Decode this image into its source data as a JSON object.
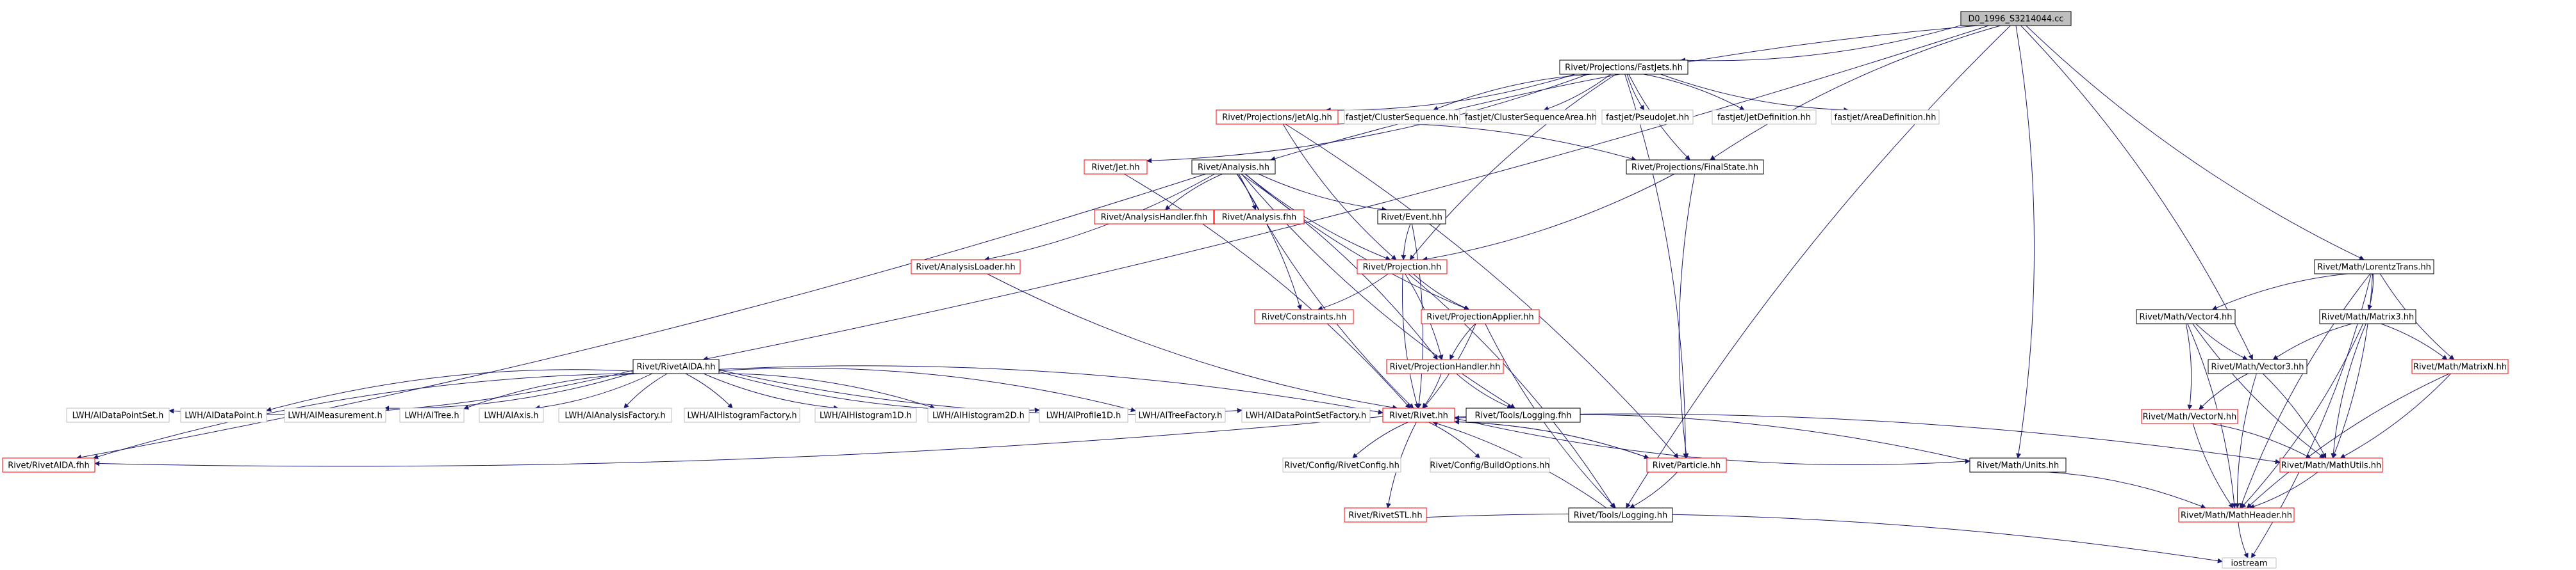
{
  "colors": {
    "edge": "#191970",
    "node_border_normal": "#000000",
    "node_border_doc": "#ff0000",
    "node_border_external": "#bfbfbf",
    "root_fill": "#bfbfbf",
    "text": "#000000"
  },
  "nodes": [
    {
      "id": "root",
      "label": "D0_1996_S3214044.cc",
      "kind": "root"
    },
    {
      "id": "fastjets",
      "label": "Rivet/Projections/FastJets.hh",
      "kind": "normal"
    },
    {
      "id": "jetalg",
      "label": "Rivet/Projections/JetAlg.hh",
      "kind": "doc"
    },
    {
      "id": "clusterseq",
      "label": "fastjet/ClusterSequence.hh",
      "kind": "external"
    },
    {
      "id": "clusterseqarea",
      "label": "fastjet/ClusterSequenceArea.hh",
      "kind": "external"
    },
    {
      "id": "pseudojet",
      "label": "fastjet/PseudoJet.hh",
      "kind": "external"
    },
    {
      "id": "jetdef",
      "label": "fastjet/JetDefinition.hh",
      "kind": "external"
    },
    {
      "id": "areadef",
      "label": "fastjet/AreaDefinition.hh",
      "kind": "external"
    },
    {
      "id": "jet",
      "label": "Rivet/Jet.hh",
      "kind": "doc"
    },
    {
      "id": "analysis",
      "label": "Rivet/Analysis.hh",
      "kind": "normal"
    },
    {
      "id": "finalstate",
      "label": "Rivet/Projections/FinalState.hh",
      "kind": "normal"
    },
    {
      "id": "analysishandlerfhh",
      "label": "Rivet/AnalysisHandler.fhh",
      "kind": "doc"
    },
    {
      "id": "analysisfhh",
      "label": "Rivet/Analysis.fhh",
      "kind": "doc"
    },
    {
      "id": "event",
      "label": "Rivet/Event.hh",
      "kind": "normal"
    },
    {
      "id": "analysisloader",
      "label": "Rivet/AnalysisLoader.hh",
      "kind": "doc"
    },
    {
      "id": "projection",
      "label": "Rivet/Projection.hh",
      "kind": "doc"
    },
    {
      "id": "constraints",
      "label": "Rivet/Constraints.hh",
      "kind": "doc"
    },
    {
      "id": "projapplier",
      "label": "Rivet/ProjectionApplier.hh",
      "kind": "doc"
    },
    {
      "id": "projhandler",
      "label": "Rivet/ProjectionHandler.hh",
      "kind": "doc"
    },
    {
      "id": "rivetaida",
      "label": "Rivet/RivetAIDA.hh",
      "kind": "normal"
    },
    {
      "id": "lwh_dps",
      "label": "LWH/AIDataPointSet.h",
      "kind": "external"
    },
    {
      "id": "lwh_dp",
      "label": "LWH/AIDataPoint.h",
      "kind": "external"
    },
    {
      "id": "lwh_meas",
      "label": "LWH/AIMeasurement.h",
      "kind": "external"
    },
    {
      "id": "lwh_tree",
      "label": "LWH/AITree.h",
      "kind": "external"
    },
    {
      "id": "lwh_axis",
      "label": "LWH/AIAxis.h",
      "kind": "external"
    },
    {
      "id": "lwh_af",
      "label": "LWH/AIAnalysisFactory.h",
      "kind": "external"
    },
    {
      "id": "lwh_hf",
      "label": "LWH/AIHistogramFactory.h",
      "kind": "external"
    },
    {
      "id": "lwh_h1",
      "label": "LWH/AIHistogram1D.h",
      "kind": "external"
    },
    {
      "id": "lwh_h2",
      "label": "LWH/AIHistogram2D.h",
      "kind": "external"
    },
    {
      "id": "lwh_p1",
      "label": "LWH/AIProfile1D.h",
      "kind": "external"
    },
    {
      "id": "lwh_tf",
      "label": "LWH/AITreeFactory.h",
      "kind": "external"
    },
    {
      "id": "lwh_dpsf",
      "label": "LWH/AIDataPointSetFactory.h",
      "kind": "external"
    },
    {
      "id": "toolslogfhh",
      "label": "Rivet/Tools/Logging.fhh",
      "kind": "normal"
    },
    {
      "id": "rivethh",
      "label": "Rivet/Rivet.hh",
      "kind": "doc"
    },
    {
      "id": "rivetaidafhh",
      "label": "Rivet/RivetAIDA.fhh",
      "kind": "doc"
    },
    {
      "id": "rivetconfig",
      "label": "Rivet/Config/RivetConfig.hh",
      "kind": "external"
    },
    {
      "id": "buildoptions",
      "label": "Rivet/Config/BuildOptions.hh",
      "kind": "external"
    },
    {
      "id": "particle",
      "label": "Rivet/Particle.hh",
      "kind": "doc"
    },
    {
      "id": "rivetstl",
      "label": "Rivet/RivetSTL.hh",
      "kind": "doc"
    },
    {
      "id": "toolslog",
      "label": "Rivet/Tools/Logging.hh",
      "kind": "normal"
    },
    {
      "id": "mathunits",
      "label": "Rivet/Math/Units.hh",
      "kind": "normal"
    },
    {
      "id": "lorentz",
      "label": "Rivet/Math/LorentzTrans.hh",
      "kind": "normal"
    },
    {
      "id": "vector4",
      "label": "Rivet/Math/Vector4.hh",
      "kind": "normal"
    },
    {
      "id": "matrix3",
      "label": "Rivet/Math/Matrix3.hh",
      "kind": "normal"
    },
    {
      "id": "matrixn",
      "label": "Rivet/Math/MatrixN.hh",
      "kind": "doc"
    },
    {
      "id": "vector3",
      "label": "Rivet/Math/Vector3.hh",
      "kind": "normal"
    },
    {
      "id": "vectorn",
      "label": "Rivet/Math/VectorN.hh",
      "kind": "doc"
    },
    {
      "id": "mathutils",
      "label": "Rivet/Math/MathUtils.hh",
      "kind": "doc"
    },
    {
      "id": "mathheader",
      "label": "Rivet/Math/MathHeader.hh",
      "kind": "doc"
    },
    {
      "id": "iostream",
      "label": "iostream",
      "kind": "external"
    }
  ],
  "edges": [
    [
      "root",
      "fastjets"
    ],
    [
      "root",
      "analysis"
    ],
    [
      "root",
      "rivetaida"
    ],
    [
      "root",
      "finalstate"
    ],
    [
      "root",
      "mathunits"
    ],
    [
      "root",
      "lorentz"
    ],
    [
      "root",
      "vector3"
    ],
    [
      "root",
      "toolslog"
    ],
    [
      "fastjets",
      "jetalg"
    ],
    [
      "fastjets",
      "clusterseq"
    ],
    [
      "fastjets",
      "clusterseqarea"
    ],
    [
      "fastjets",
      "pseudojet"
    ],
    [
      "fastjets",
      "jetdef"
    ],
    [
      "fastjets",
      "areadef"
    ],
    [
      "fastjets",
      "jet"
    ],
    [
      "fastjets",
      "finalstate"
    ],
    [
      "fastjets",
      "particle"
    ],
    [
      "fastjets",
      "projection"
    ],
    [
      "jetalg",
      "finalstate"
    ],
    [
      "jetalg",
      "projection"
    ],
    [
      "jetalg",
      "particle"
    ],
    [
      "analysis",
      "analysishandlerfhh"
    ],
    [
      "analysis",
      "analysisfhh"
    ],
    [
      "analysis",
      "event"
    ],
    [
      "analysis",
      "analysisloader"
    ],
    [
      "analysis",
      "projection"
    ],
    [
      "analysis",
      "constraints"
    ],
    [
      "analysis",
      "projapplier"
    ],
    [
      "analysis",
      "projhandler"
    ],
    [
      "analysis",
      "rivethh"
    ],
    [
      "analysis",
      "rivetaidafhh"
    ],
    [
      "analysis",
      "toolslogfhh"
    ],
    [
      "finalstate",
      "projection"
    ],
    [
      "finalstate",
      "particle"
    ],
    [
      "jet",
      "rivethh"
    ],
    [
      "event",
      "projection"
    ],
    [
      "event",
      "rivethh"
    ],
    [
      "analysisloader",
      "rivethh"
    ],
    [
      "projection",
      "constraints"
    ],
    [
      "projection",
      "projapplier"
    ],
    [
      "projection",
      "projhandler"
    ],
    [
      "projection",
      "rivethh"
    ],
    [
      "projection",
      "toolslog"
    ],
    [
      "projapplier",
      "projhandler"
    ],
    [
      "projapplier",
      "rivethh"
    ],
    [
      "projapplier",
      "toolslog"
    ],
    [
      "projhandler",
      "rivethh"
    ],
    [
      "projhandler",
      "toolslogfhh"
    ],
    [
      "rivetaida",
      "lwh_dps"
    ],
    [
      "rivetaida",
      "lwh_dp"
    ],
    [
      "rivetaida",
      "lwh_meas"
    ],
    [
      "rivetaida",
      "lwh_tree"
    ],
    [
      "rivetaida",
      "lwh_axis"
    ],
    [
      "rivetaida",
      "lwh_af"
    ],
    [
      "rivetaida",
      "lwh_hf"
    ],
    [
      "rivetaida",
      "lwh_h1"
    ],
    [
      "rivetaida",
      "lwh_h2"
    ],
    [
      "rivetaida",
      "lwh_p1"
    ],
    [
      "rivetaida",
      "lwh_tf"
    ],
    [
      "rivetaida",
      "lwh_dpsf"
    ],
    [
      "rivetaida",
      "rivethh"
    ],
    [
      "rivetaida",
      "rivetaidafhh"
    ],
    [
      "rivethh",
      "rivetaidafhh"
    ],
    [
      "rivethh",
      "rivetconfig"
    ],
    [
      "rivethh",
      "buildoptions"
    ],
    [
      "rivethh",
      "rivetstl"
    ],
    [
      "rivethh",
      "particle"
    ],
    [
      "rivethh",
      "mathunits"
    ],
    [
      "rivethh",
      "mathutils"
    ],
    [
      "particle",
      "rivethh"
    ],
    [
      "particle",
      "toolslog"
    ],
    [
      "toolslog",
      "rivethh"
    ],
    [
      "rivetstl",
      "iostream"
    ],
    [
      "mathunits",
      "rivethh"
    ],
    [
      "mathunits",
      "mathheader"
    ],
    [
      "lorentz",
      "vector4"
    ],
    [
      "lorentz",
      "matrix3"
    ],
    [
      "lorentz",
      "matrixn"
    ],
    [
      "lorentz",
      "mathutils"
    ],
    [
      "lorentz",
      "mathheader"
    ],
    [
      "lorentz",
      "iostream"
    ],
    [
      "vector4",
      "vector3"
    ],
    [
      "vector4",
      "vectorn"
    ],
    [
      "vector4",
      "mathutils"
    ],
    [
      "vector4",
      "mathheader"
    ],
    [
      "matrix3",
      "vector3"
    ],
    [
      "matrix3",
      "matrixn"
    ],
    [
      "matrix3",
      "mathutils"
    ],
    [
      "matrix3",
      "mathheader"
    ],
    [
      "vector3",
      "vectorn"
    ],
    [
      "vector3",
      "mathutils"
    ],
    [
      "vector3",
      "mathheader"
    ],
    [
      "matrixn",
      "mathutils"
    ],
    [
      "matrixn",
      "mathheader"
    ],
    [
      "vectorn",
      "mathutils"
    ],
    [
      "vectorn",
      "mathheader"
    ],
    [
      "mathutils",
      "mathheader"
    ],
    [
      "mathheader",
      "iostream"
    ]
  ]
}
